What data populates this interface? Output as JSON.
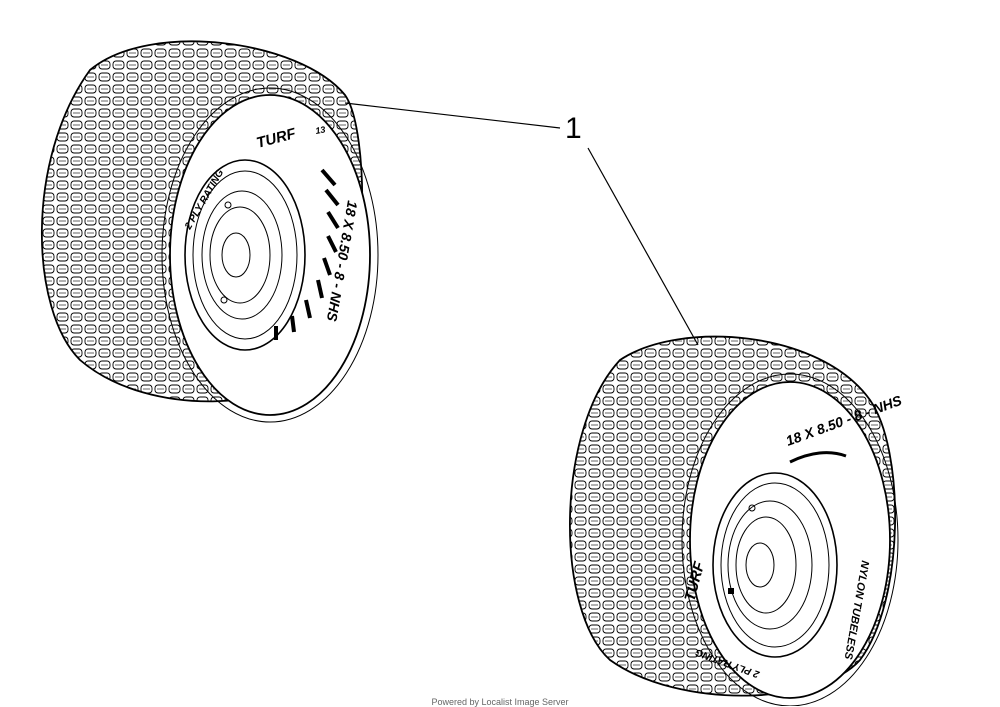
{
  "callout_number": "1",
  "tire_upper": {
    "brand_text": "TURF",
    "size_text": "18 X 8.50 - 8 - NHS",
    "rating_text": "2 PLY RATING",
    "small_marks": "13"
  },
  "tire_lower": {
    "brand_text": "TURF",
    "size_text": "18 X 8.50 - 8 - NHS",
    "rating_text": "2 PLY RATING",
    "sidewall_text": "NYLON TUBELESS"
  },
  "footer_text": "Powered by Localist Image Server"
}
